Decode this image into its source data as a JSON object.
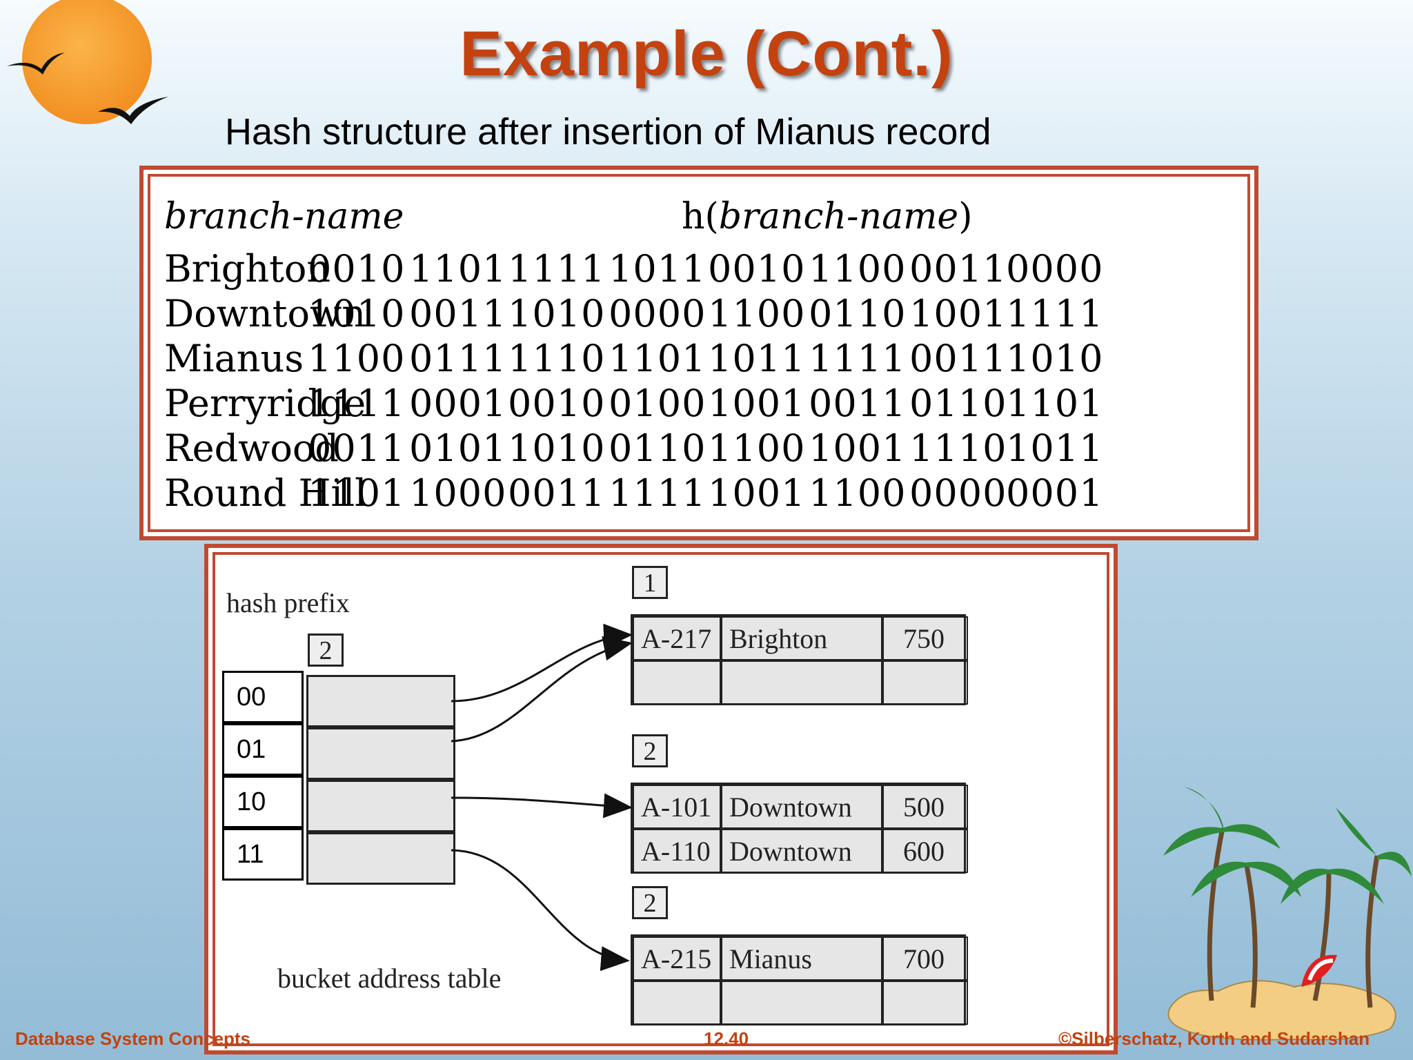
{
  "slide": {
    "title": "Example (Cont.)",
    "subtitle": "Hash structure after insertion of Mianus record"
  },
  "hash_table": {
    "col_name": "branch-name",
    "col_hash_prefix": "h(",
    "col_hash_arg": "branch-name",
    "col_hash_suffix": ")",
    "rows": [
      {
        "name": "Brighton",
        "codes": [
          "0010",
          "1101",
          "1111",
          "1011",
          "0010",
          "1100",
          "0011",
          "0000"
        ]
      },
      {
        "name": "Downtown",
        "codes": [
          "1010",
          "0011",
          "1010",
          "0000",
          "1100",
          "0110",
          "1001",
          "1111"
        ]
      },
      {
        "name": "Mianus",
        "codes": [
          "1100",
          "0111",
          "1110",
          "1101",
          "1011",
          "1111",
          "0011",
          "1010"
        ]
      },
      {
        "name": "Perryridge",
        "codes": [
          "1111",
          "0001",
          "0010",
          "0100",
          "1001",
          "0011",
          "0110",
          "1101"
        ]
      },
      {
        "name": "Redwood",
        "codes": [
          "0011",
          "0101",
          "1010",
          "0110",
          "1100",
          "1001",
          "1110",
          "1011"
        ]
      },
      {
        "name": "Round Hill",
        "codes": [
          "1101",
          "1000",
          "0011",
          "1111",
          "1001",
          "1100",
          "0000",
          "0001"
        ]
      }
    ]
  },
  "diagram": {
    "hash_prefix_label": "hash prefix",
    "global_depth": "2",
    "prefixes": [
      "00",
      "01",
      "10",
      "11"
    ],
    "bucket_table_label": "bucket address table",
    "buckets": [
      {
        "depth": "1",
        "records": [
          {
            "account": "A-217",
            "branch": "Brighton",
            "balance": "750"
          }
        ]
      },
      {
        "depth": "2",
        "records": [
          {
            "account": "A-101",
            "branch": "Downtown",
            "balance": "500"
          },
          {
            "account": "A-110",
            "branch": "Downtown",
            "balance": "600"
          }
        ]
      },
      {
        "depth": "2",
        "records": [
          {
            "account": "A-215",
            "branch": "Mianus",
            "balance": "700"
          }
        ]
      }
    ]
  },
  "footer": {
    "left": "Database System Concepts",
    "center": "12.40",
    "right": "©Silberschatz, Korth and Sudarshan"
  },
  "colors": {
    "title": "#c4420f",
    "frame": "#c04a30",
    "sun": "#f7a43a"
  },
  "icons": [
    "sun-icon",
    "bird-icon",
    "palm-island-icon"
  ]
}
